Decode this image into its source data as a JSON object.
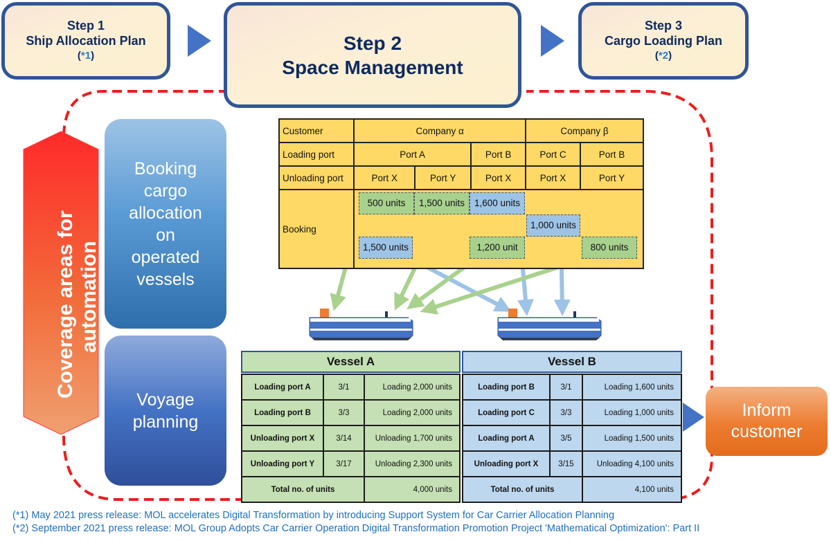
{
  "steps": [
    {
      "line1": "Step 1",
      "line2": "Ship Allocation Plan",
      "ref_open": "(",
      "ref": "*1",
      "ref_close": ")"
    },
    {
      "line1": "Step 2",
      "line2": "Space Management"
    },
    {
      "line1": "Step 3",
      "line2": "Cargo Loading Plan",
      "ref_open": "(",
      "ref": "*2",
      "ref_close": ")"
    }
  ],
  "coverage_label": "Coverage areas for automation",
  "coverage_line1": "Coverage areas for",
  "coverage_line2": "automation",
  "boxes": {
    "booking": [
      "Booking",
      "cargo",
      "allocation",
      "on",
      "operated",
      "vessels"
    ],
    "voyage": [
      "Voyage",
      "planning"
    ],
    "inform": [
      "Inform",
      "customer"
    ]
  },
  "booking_table": {
    "row_labels": {
      "customer": "Customer",
      "loading": "Loading port",
      "unloading": "Unloading port",
      "booking": "Booking"
    },
    "customers": [
      "Company α",
      "Company β"
    ],
    "loading_ports": [
      "Port A",
      "Port B",
      "Port C",
      "Port B"
    ],
    "unloading_ports": [
      "Port X",
      "Port Y",
      "Port X",
      "Port X",
      "Port Y"
    ],
    "bookings": [
      {
        "label": "500 units",
        "vessel": "A"
      },
      {
        "label": "1,500 units",
        "vessel": "A"
      },
      {
        "label": "1,600 units",
        "vessel": "B"
      },
      {
        "label": "1,000 units",
        "vessel": "B"
      },
      {
        "label": "1,500 units",
        "vessel": "B"
      },
      {
        "label": "1,200 unit",
        "vessel": "A"
      },
      {
        "label": "800 units",
        "vessel": "A"
      }
    ]
  },
  "colors": {
    "vessel_a": "#a9d18e",
    "vessel_b": "#9dc3e6",
    "booking_bg": "#ffd966",
    "step_border": "#2f5597",
    "dashed": "#ee1c1c",
    "inform": "#ed7d31"
  },
  "vessels": [
    {
      "name": "Vessel A",
      "rows": [
        {
          "port": "Loading port A",
          "date": "3/1",
          "action": "Loading 2,000 units"
        },
        {
          "port": "Loading port B",
          "date": "3/3",
          "action": "Loading 2,000 units"
        },
        {
          "port": "Unloading port X",
          "date": "3/14",
          "action": "Unloading 1,700 units"
        },
        {
          "port": "Unloading port Y",
          "date": "3/17",
          "action": "Unloading 2,300 units"
        }
      ],
      "total_label": "Total no. of units",
      "total": "4,000 units"
    },
    {
      "name": "Vessel B",
      "rows": [
        {
          "port": "Loading port B",
          "date": "3/1",
          "action": "Loading 1,600 units"
        },
        {
          "port": "Loading port C",
          "date": "3/3",
          "action": "Loading 1,000 units"
        },
        {
          "port": "Loading port A",
          "date": "3/5",
          "action": "Loading 1,500 units"
        },
        {
          "port": "Unloading port X",
          "date": "3/15",
          "action": "Unloading 4,100 units"
        }
      ],
      "total_label": "Total no. of units",
      "total": "4,100 units"
    }
  ],
  "footnotes": [
    "(*1) May 2021 press release: MOL accelerates Digital Transformation by introducing Support System for Car Carrier Allocation Planning",
    "(*2) September 2021 press release: MOL Group Adopts Car Carrier Operation Digital Transformation Promotion Project 'Mathematical Optimization': Part II"
  ]
}
